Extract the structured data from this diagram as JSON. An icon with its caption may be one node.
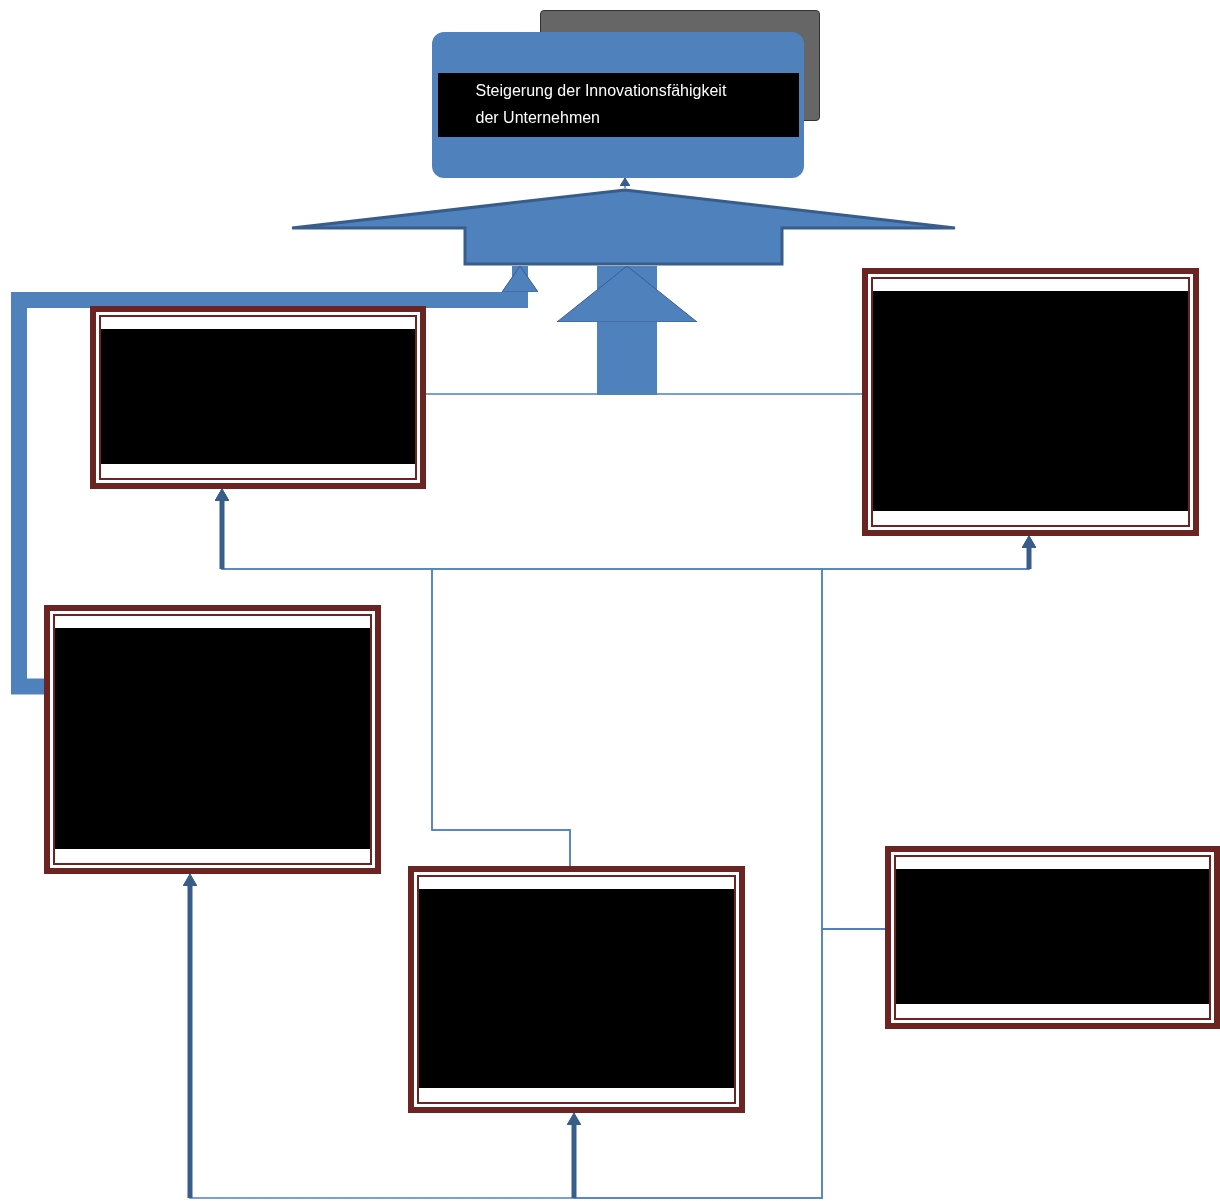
{
  "diagram": {
    "nodes": [
      {
        "text": [
          "Steigerung der Innovationsfähigkeit der Unternehmen"
        ]
      },
      {
        "text": [],
        "shape": "box"
      },
      {
        "text": [],
        "shape": "box"
      },
      {
        "text": [],
        "shape": "box"
      },
      {
        "text": [],
        "shape": "box"
      },
      {
        "text": [],
        "shape": "box"
      },
      {
        "text": [],
        "shape": "arrow"
      }
    ],
    "edges": [
      {
        "from": 1,
        "to": 2,
        "arrow": "none"
      },
      {
        "from": 4,
        "to": 1,
        "arrow": "to"
      },
      {
        "from": 4,
        "to": 2,
        "arrow": "to"
      },
      {
        "from": 5,
        "to": 1,
        "arrow": "to"
      },
      {
        "from": 5,
        "to": 2,
        "arrow": "to"
      },
      {
        "from": 5,
        "to": 3,
        "arrow": "to"
      },
      {
        "from": 5,
        "to": 4,
        "arrow": "to"
      },
      {
        "from": 3,
        "to": 6,
        "arrow": "to",
        "style": "thick"
      },
      {
        "from": null,
        "to": 6,
        "arrow": "to",
        "style": "thick"
      },
      {
        "from": 6,
        "to": 0,
        "arrow": "to"
      }
    ]
  }
}
